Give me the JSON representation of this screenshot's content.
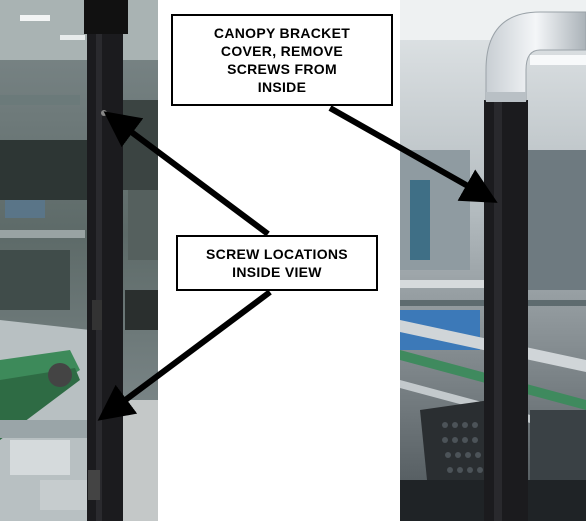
{
  "callouts": {
    "canopy": {
      "line1": "CANOPY BRACKET",
      "line2": "COVER, REMOVE",
      "line3": "SCREWS FROM",
      "line4": "INSIDE"
    },
    "screw": {
      "line1": "SCREW LOCATIONS",
      "line2": "INSIDE VIEW"
    }
  },
  "colors": {
    "arrow": "#000000",
    "post": "#1b1b1e",
    "cover": "#d8dde2"
  }
}
